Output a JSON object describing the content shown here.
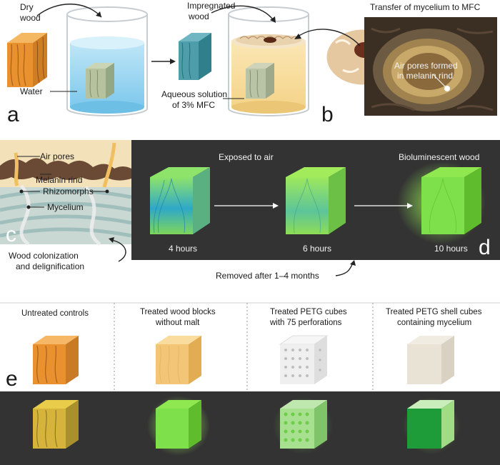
{
  "panel_a": {
    "letter": "a",
    "dry_wood": [
      "Dry",
      "wood"
    ],
    "water": "Water",
    "impregnated_wood": [
      "Impregnated",
      "wood"
    ],
    "solution": [
      "Aqueous solution",
      "of 3% MFC"
    ]
  },
  "panel_b": {
    "letter": "b",
    "title": "Transfer of mycelium to MFC",
    "air_pores": [
      "Air pores formed",
      "in melanin rind"
    ]
  },
  "panel_c": {
    "letter": "c",
    "air_pores": "Air pores",
    "melanin_rind": "Melanin rind",
    "rhizomorphs": "Rhizomorphs",
    "mycelium": "Mycelium",
    "colonization": [
      "Wood colonization",
      "and delignification"
    ]
  },
  "panel_d": {
    "letter": "d",
    "exposed": "Exposed to air",
    "bioluminescent": "Bioluminescent wood",
    "times": [
      "4 hours",
      "6 hours",
      "10 hours"
    ],
    "removed": "Removed after 1–4 months"
  },
  "panel_e": {
    "letter": "e",
    "columns": [
      [
        "Untreated controls"
      ],
      [
        "Treated wood blocks",
        "without malt"
      ],
      [
        "Treated PETG cubes",
        "with 75 perforations"
      ],
      [
        "Treated PETG shell cubes",
        "containing mycelium"
      ]
    ]
  },
  "colors": {
    "dark_bg": "#333333",
    "glow_green": "#7ee04a",
    "wood_orange": "#e8912e",
    "water_blue": "#8fd0ef"
  }
}
